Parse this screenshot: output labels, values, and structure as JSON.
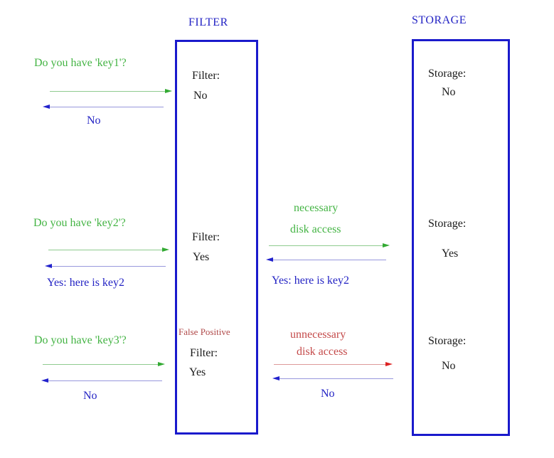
{
  "colors": {
    "background": "#ffffff",
    "blue": "#2323c4",
    "green": "#44b444",
    "red": "#c44a4a",
    "fp_red": "#b04a4a",
    "border_blue": "#1a1acc",
    "text_black": "#1a1a1a",
    "green_line": "#8fcb8f",
    "blue_line": "#9898dd",
    "red_line": "#dd9a9a",
    "green_head": "#33aa33",
    "blue_head": "#2222cc",
    "red_head": "#dd2222"
  },
  "filter": {
    "heading": "FILTER",
    "rows": [
      {
        "label": "Filter:",
        "value": "No"
      },
      {
        "label": "Filter:",
        "value": "Yes"
      },
      {
        "annotation": "False Positive",
        "label": "Filter:",
        "value": "Yes"
      }
    ]
  },
  "storage": {
    "heading": "STORAGE",
    "rows": [
      {
        "label": "Storage:",
        "value": "No"
      },
      {
        "label": "Storage:",
        "value": "Yes"
      },
      {
        "label": "Storage:",
        "value": "No"
      }
    ]
  },
  "client": {
    "rows": [
      {
        "query": "Do you have 'key1'?",
        "response": "No"
      },
      {
        "query": "Do you have 'key2'?",
        "response": "Yes: here is key2"
      },
      {
        "query": "Do you have 'key3'?",
        "response": "No"
      }
    ]
  },
  "disk": {
    "rows": [
      {
        "note1": "necessary",
        "note2": "disk access",
        "response": "Yes: here is key2"
      },
      {
        "note1": "unnecessary",
        "note2": "disk access",
        "response": "No"
      }
    ]
  }
}
